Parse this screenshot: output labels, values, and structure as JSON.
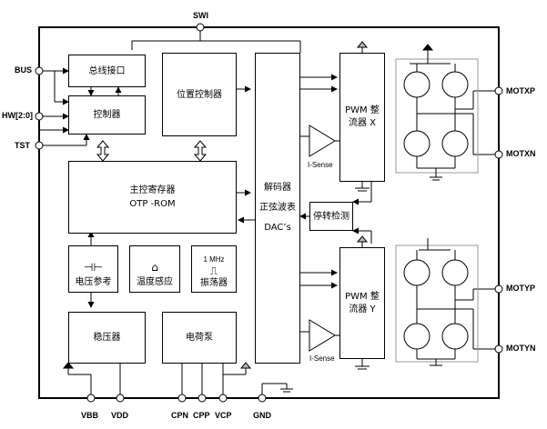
{
  "pins": {
    "swi": "SWI",
    "bus": "BUS",
    "hw": "HW[2:0]",
    "tst": "TST",
    "motxp": "MOTXP",
    "motxn": "MOTXN",
    "motyp": "MOTYP",
    "motyn": "MOTYN",
    "vbb": "VBB",
    "vdd": "VDD",
    "cpn": "CPN",
    "cpp": "CPP",
    "vcp": "VCP",
    "gnd": "GND"
  },
  "blocks": {
    "bus_interface": "总线接口",
    "controller": "控制器",
    "position_controller": "位置控制器",
    "main_register_line1": "主控寄存器",
    "main_register_line2": "OTP -ROM",
    "voltage_reference": "电压参考",
    "temperature_sensor": "温度感应",
    "oscillator": "振荡器",
    "oscillator_freq": "1 MHz",
    "regulator": "稳压器",
    "charge_pump": "电荷泵",
    "decoder_line1": "解码器",
    "decoder_line2": "正弦波表",
    "decoder_line3": "DAC’s",
    "stall_detect": "停转检测",
    "pwm_x_line1": "PWM 整",
    "pwm_x_line2": "流器 X",
    "pwm_y_line1": "PWM 整",
    "pwm_y_line2": "流器 Y",
    "isense_x": "I-Sense",
    "isense_y": "I-Sense"
  }
}
